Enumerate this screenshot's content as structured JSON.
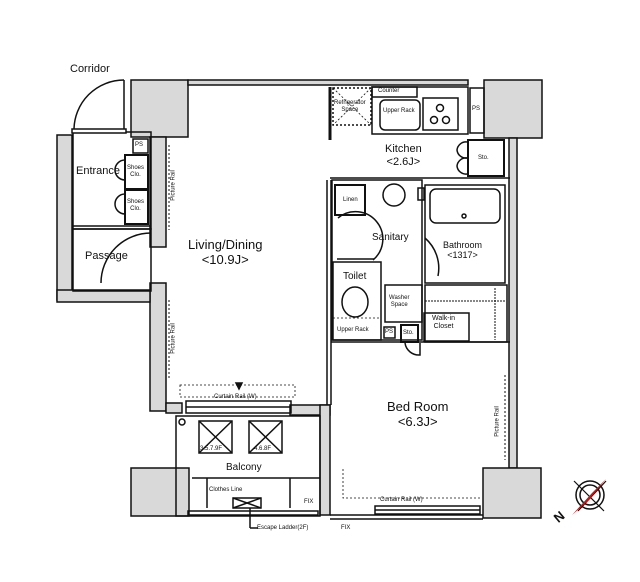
{
  "plan": {
    "corridor": "Corridor",
    "rooms": {
      "entrance": "Entrance",
      "passage": "Passage",
      "living_dining": {
        "name": "Living/Dining",
        "size": "<10.9J>"
      },
      "kitchen": {
        "name": "Kitchen",
        "size": "<2.6J>"
      },
      "sanitary": "Sanitary",
      "bathroom": {
        "name": "Bathroom",
        "size": "<1317>"
      },
      "toilet": "Toilet",
      "walk_in_closet": {
        "line1": "Walk-in",
        "line2": "Closet"
      },
      "bed_room": {
        "name": "Bed Room",
        "size": "<6.3J>"
      },
      "balcony": "Balcony"
    },
    "fixtures": {
      "ps_entrance": "PS",
      "shoes_1": {
        "line1": "Shoes",
        "line2": "Clo."
      },
      "shoes_2": {
        "line1": "Shoes",
        "line2": "Clo."
      },
      "picture_rail_entrance": "Picture Rail",
      "picture_rail_living": "Picture Rail",
      "picture_rail_bedroom": "Picture Rail",
      "refrigerator": {
        "line1": "Refrigerator",
        "line2": "Space"
      },
      "counter": "Counter",
      "upper_rack_kitchen": "Upper Rack",
      "ps_kitchen": "PS",
      "sto_kitchen": "Sto.",
      "linen": "Linen",
      "washer": {
        "line1": "Washer",
        "line2": "Space"
      },
      "upper_rack_toilet": "Upper Rack",
      "ps_toilet": "PS",
      "sto_toilet": "Sto.",
      "curtain_rail_living": "Curtain Rail (W)",
      "curtain_rail_bedroom": "Curtain Rail (W)",
      "hatch_1": "3.5.7.9F",
      "hatch_2": "4.6.8F",
      "clothes_line": "Clothes Line",
      "fix_1": "FIX",
      "fix_2": "FIX",
      "escape_ladder": "Escape Ladder(2F)"
    },
    "compass": {
      "label": "N"
    }
  },
  "colors": {
    "wall_fill": "#d9d9d9",
    "line": "#111111",
    "compass_needle": "#cc1111"
  }
}
